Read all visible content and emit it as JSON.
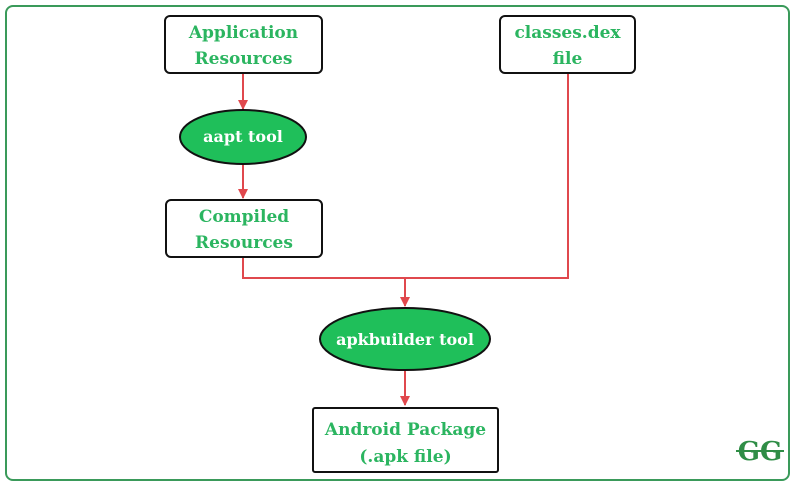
{
  "nodes": {
    "app_resources": {
      "line1": "Application",
      "line2": "Resources"
    },
    "classes_dex": {
      "line1": "classes.dex",
      "line2": "file"
    },
    "aapt_tool": {
      "label": "aapt tool"
    },
    "compiled_resources": {
      "line1": "Compiled",
      "line2": "Resources"
    },
    "apkbuilder_tool": {
      "label": "apkbuilder tool"
    },
    "android_package": {
      "line1": "Android Package",
      "line2": "(.apk file)"
    }
  },
  "logo": {
    "text": "GG"
  },
  "colors": {
    "frame": "#3a9a5a",
    "box_text": "#2bb560",
    "oval_fill": "#1fbf5a",
    "arrow": "#e0484d"
  }
}
